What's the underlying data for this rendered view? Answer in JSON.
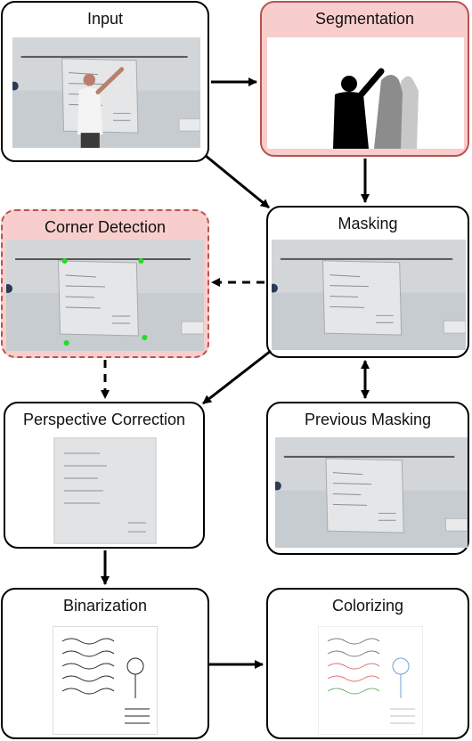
{
  "nodes": {
    "input": {
      "title": "Input"
    },
    "segmentation": {
      "title": "Segmentation"
    },
    "masking": {
      "title": "Masking"
    },
    "corner_detection": {
      "title": "Corner Detection"
    },
    "perspective_correction": {
      "title": "Perspective Correction"
    },
    "previous_masking": {
      "title": "Previous Masking"
    },
    "binarization": {
      "title": "Binarization"
    },
    "colorizing": {
      "title": "Colorizing"
    }
  },
  "colors": {
    "highlight_fill": "#f8cecc",
    "highlight_stroke": "#b85450",
    "edge": "#000000",
    "corner_point": "#22dd22"
  },
  "edges": [
    {
      "from": "input",
      "to": "segmentation",
      "style": "solid"
    },
    {
      "from": "input",
      "to": "masking",
      "style": "solid"
    },
    {
      "from": "segmentation",
      "to": "masking",
      "style": "solid"
    },
    {
      "from": "masking",
      "to": "corner_detection",
      "style": "dashed"
    },
    {
      "from": "corner_detection",
      "to": "perspective_correction",
      "style": "dashed"
    },
    {
      "from": "masking",
      "to": "perspective_correction",
      "style": "solid"
    },
    {
      "from": "masking",
      "to": "previous_masking",
      "style": "solid-bidirectional"
    },
    {
      "from": "perspective_correction",
      "to": "binarization",
      "style": "solid"
    },
    {
      "from": "binarization",
      "to": "colorizing",
      "style": "solid"
    }
  ]
}
